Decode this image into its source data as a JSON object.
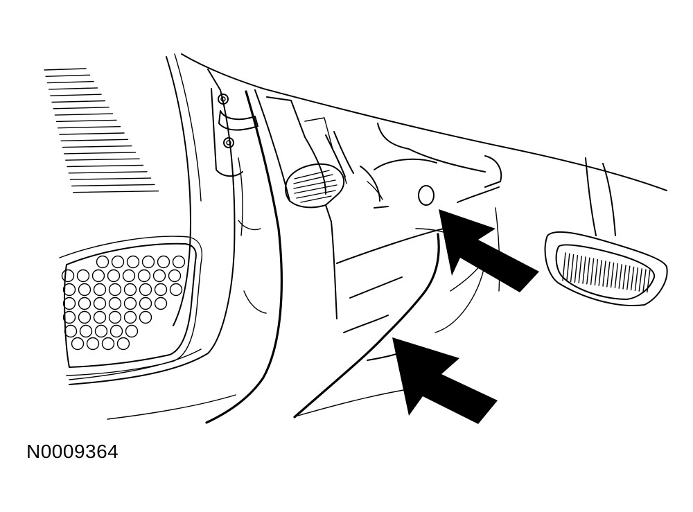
{
  "figure": {
    "id_label": "N0009364"
  },
  "colors": {
    "line": "#000000",
    "background": "#ffffff"
  },
  "callouts": [
    {
      "name": "upper-arrow",
      "points_to": "grommet"
    },
    {
      "name": "lower-arrow",
      "points_to": "floor-edge"
    }
  ]
}
